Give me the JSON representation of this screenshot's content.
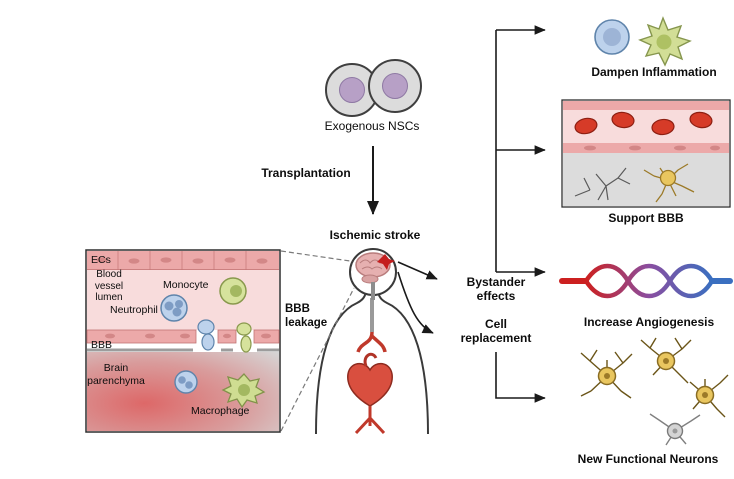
{
  "top": {
    "nsc_label": "Exogenous NSCs",
    "transplant_label": "Transplantation",
    "stroke_label": "Ischemic stroke"
  },
  "inset": {
    "ecs": "ECs",
    "lumen": "Blood\nvessel\nlumen",
    "neutrophil": "Neutrophil",
    "monocyte": "Monocyte",
    "bbb": "BBB",
    "parenchyma": "Brain\nparenchyma",
    "macrophage": "Macrophage",
    "leakage": "BBB\nleakage"
  },
  "pathways": {
    "bystander": "Bystander\neffects",
    "replacement": "Cell\nreplacement"
  },
  "outcomes": [
    {
      "id": "dampen-inflammation",
      "label": "Dampen Inflammation"
    },
    {
      "id": "support-bbb",
      "label": "Support BBB"
    },
    {
      "id": "increase-angiogenesis",
      "label": "Increase Angiogenesis"
    },
    {
      "id": "new-functional-neurons",
      "label": "New Functional Neurons"
    }
  ],
  "colors": {
    "arrow": "#1a1a1a",
    "vessel_pink": "#eca9a9",
    "lumen_pink": "#f8dcdc",
    "rbc_red": "#d63b28",
    "nsc_gray": "#dcdcdc",
    "nsc_nucleus_purple": "#b7a0c6",
    "neutrophil_blue": "#bdd2ec",
    "monocyte_green": "#d6e29c",
    "astrocyte_yellow": "#e9c65f",
    "angio_red": "#cc2020",
    "angio_blue": "#3a6fc0",
    "stroke_lesion_red": "#c41e1e"
  }
}
